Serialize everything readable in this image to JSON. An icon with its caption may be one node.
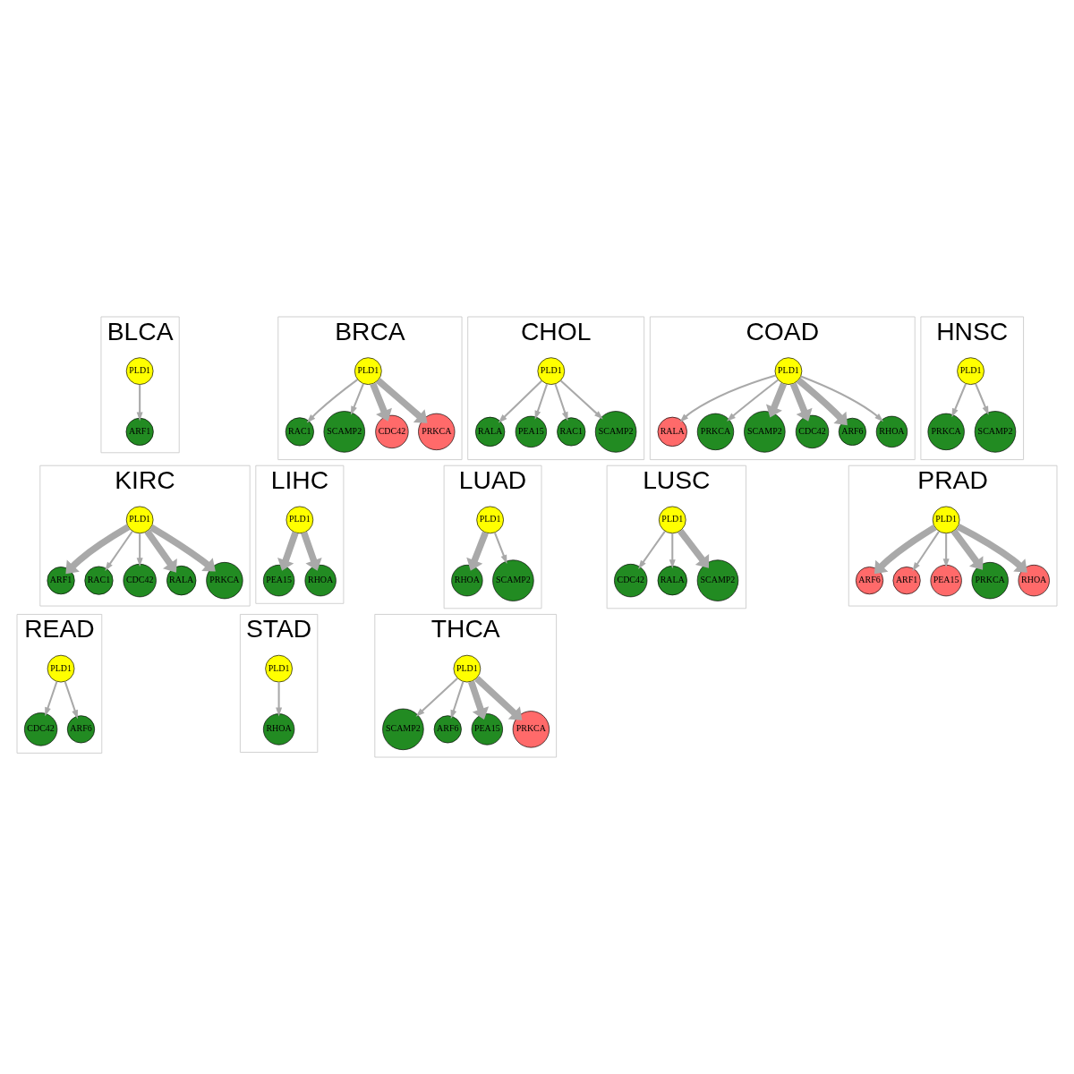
{
  "diagram": {
    "nodes": [
      {
        "text": [
          "BLCA"
        ]
      },
      {
        "text": [
          "PLD1"
        ],
        "in": 0
      },
      {
        "text": [
          "ARF1"
        ],
        "in": 0
      },
      {
        "text": [
          "BRCA"
        ]
      },
      {
        "text": [
          "RAC1"
        ],
        "in": 3
      },
      {
        "text": [
          "SCAMP2"
        ],
        "in": 3
      },
      {
        "text": [
          "PLD1"
        ],
        "in": 3
      },
      {
        "text": [
          "CDC42"
        ],
        "in": 3
      },
      {
        "text": [
          "PRKCA"
        ],
        "in": 3
      },
      {
        "text": [
          "CHOL"
        ]
      },
      {
        "text": [
          "RALA"
        ],
        "in": 9
      },
      {
        "text": [
          "PEA15"
        ],
        "in": 9
      },
      {
        "text": [
          "PLD1"
        ],
        "in": 9
      },
      {
        "text": [
          "RAC1"
        ],
        "in": 9
      },
      {
        "text": [
          "SCAMP2"
        ],
        "in": 9
      },
      {
        "text": [
          "COAD"
        ]
      },
      {
        "text": [
          "RALA"
        ],
        "in": 15
      },
      {
        "text": [
          "PRKCA"
        ],
        "in": 15
      },
      {
        "text": [
          "SCAMP2"
        ],
        "in": 15
      },
      {
        "text": [
          "PLD1"
        ],
        "in": 15
      },
      {
        "text": [
          "CDC42"
        ],
        "in": 15
      },
      {
        "text": [
          "ARF6"
        ],
        "in": 15
      },
      {
        "text": [
          "RHOA"
        ],
        "in": 15
      },
      {
        "text": [
          "HNSC"
        ]
      },
      {
        "text": [
          "PRKCA"
        ],
        "in": 23
      },
      {
        "text": [
          "PLD1"
        ],
        "in": 23
      },
      {
        "text": [
          "SCAMP2"
        ],
        "in": 23
      },
      {
        "text": [
          "KIRC"
        ]
      },
      {
        "text": [
          "ARF1"
        ],
        "in": 27
      },
      {
        "text": [
          "RAC1"
        ],
        "in": 27
      },
      {
        "text": [
          "CDC42"
        ],
        "in": 27
      },
      {
        "text": [
          "PLD1"
        ],
        "in": 27
      },
      {
        "text": [
          "RALA"
        ],
        "in": 27
      },
      {
        "text": [
          "PRKCA"
        ],
        "in": 27
      },
      {
        "text": [
          "LIHC"
        ]
      },
      {
        "text": [
          "PEA15"
        ],
        "in": 34
      },
      {
        "text": [
          "PLD1"
        ],
        "in": 34
      },
      {
        "text": [
          "RHOA"
        ],
        "in": 34
      },
      {
        "text": [
          "LUAD"
        ]
      },
      {
        "text": [
          "RHOA"
        ],
        "in": 38
      },
      {
        "text": [
          "PLD1"
        ],
        "in": 38
      },
      {
        "text": [
          "SCAMP2"
        ],
        "in": 38
      },
      {
        "text": [
          "LUSC"
        ]
      },
      {
        "text": [
          "CDC42"
        ],
        "in": 42
      },
      {
        "text": [
          "RALA"
        ],
        "in": 42
      },
      {
        "text": [
          "PLD1"
        ],
        "in": 42
      },
      {
        "text": [
          "SCAMP2"
        ],
        "in": 42
      },
      {
        "text": [
          "PRAD"
        ]
      },
      {
        "text": [
          "ARF6"
        ],
        "in": 47
      },
      {
        "text": [
          "ARF1"
        ],
        "in": 47
      },
      {
        "text": [
          "PEA15"
        ],
        "in": 47
      },
      {
        "text": [
          "PLD1"
        ],
        "in": 47
      },
      {
        "text": [
          "PRKCA"
        ],
        "in": 47
      },
      {
        "text": [
          "RHOA"
        ],
        "in": 47
      },
      {
        "text": [
          "READ"
        ]
      },
      {
        "text": [
          "CDC42"
        ],
        "in": 54
      },
      {
        "text": [
          "PLD1"
        ],
        "in": 54
      },
      {
        "text": [
          "ARF6"
        ],
        "in": 54
      },
      {
        "text": [
          "STAD"
        ]
      },
      {
        "text": [
          "RHOA"
        ],
        "in": 58
      },
      {
        "text": [
          "PLD1"
        ],
        "in": 58
      },
      {
        "text": [
          "THCA"
        ]
      },
      {
        "text": [
          "SCAMP2"
        ],
        "in": 61
      },
      {
        "text": [
          "ARF6"
        ],
        "in": 61
      },
      {
        "text": [
          "PLD1"
        ],
        "in": 61
      },
      {
        "text": [
          "PEA15"
        ],
        "in": 61
      },
      {
        "text": [
          "PRKCA"
        ],
        "in": 61
      }
    ],
    "edges": [
      {
        "from": 1,
        "to": 2,
        "arrow": "to"
      },
      {
        "from": 6,
        "to": 4,
        "arrow": "to"
      },
      {
        "from": 6,
        "to": 5,
        "arrow": "to"
      },
      {
        "from": 6,
        "to": 7,
        "arrow": "to",
        "style": "thick"
      },
      {
        "from": 6,
        "to": 8,
        "arrow": "to",
        "style": "thick"
      },
      {
        "from": 12,
        "to": 10,
        "arrow": "to"
      },
      {
        "from": 12,
        "to": 11,
        "arrow": "to"
      },
      {
        "from": 12,
        "to": 13,
        "arrow": "to"
      },
      {
        "from": 12,
        "to": 14,
        "arrow": "to"
      },
      {
        "from": 19,
        "to": 16,
        "arrow": "to"
      },
      {
        "from": 19,
        "to": 17,
        "arrow": "to"
      },
      {
        "from": 19,
        "to": 18,
        "arrow": "to",
        "style": "thick"
      },
      {
        "from": 19,
        "to": 20,
        "arrow": "to",
        "style": "thick"
      },
      {
        "from": 19,
        "to": 21,
        "arrow": "to",
        "style": "thick"
      },
      {
        "from": 19,
        "to": 22,
        "arrow": "to"
      },
      {
        "from": 25,
        "to": 24,
        "arrow": "to"
      },
      {
        "from": 25,
        "to": 26,
        "arrow": "to"
      },
      {
        "from": 31,
        "to": 28,
        "arrow": "to",
        "style": "thick"
      },
      {
        "from": 31,
        "to": 29,
        "arrow": "to"
      },
      {
        "from": 31,
        "to": 30,
        "arrow": "to"
      },
      {
        "from": 31,
        "to": 32,
        "arrow": "to",
        "style": "thick"
      },
      {
        "from": 31,
        "to": 33,
        "arrow": "to",
        "style": "thick"
      },
      {
        "from": 36,
        "to": 35,
        "arrow": "to",
        "style": "thick"
      },
      {
        "from": 36,
        "to": 37,
        "arrow": "to",
        "style": "thick"
      },
      {
        "from": 40,
        "to": 39,
        "arrow": "to",
        "style": "thick"
      },
      {
        "from": 40,
        "to": 41,
        "arrow": "to"
      },
      {
        "from": 45,
        "to": 43,
        "arrow": "to"
      },
      {
        "from": 45,
        "to": 44,
        "arrow": "to"
      },
      {
        "from": 45,
        "to": 46,
        "arrow": "to",
        "style": "thick"
      },
      {
        "from": 51,
        "to": 48,
        "arrow": "to",
        "style": "thick"
      },
      {
        "from": 51,
        "to": 49,
        "arrow": "to"
      },
      {
        "from": 51,
        "to": 50,
        "arrow": "to"
      },
      {
        "from": 51,
        "to": 52,
        "arrow": "to",
        "style": "thick"
      },
      {
        "from": 51,
        "to": 53,
        "arrow": "to",
        "style": "thick"
      },
      {
        "from": 56,
        "to": 55,
        "arrow": "to"
      },
      {
        "from": 56,
        "to": 57,
        "arrow": "to"
      },
      {
        "from": 60,
        "to": 59,
        "arrow": "to"
      },
      {
        "from": 64,
        "to": 62,
        "arrow": "to"
      },
      {
        "from": 64,
        "to": 63,
        "arrow": "to"
      },
      {
        "from": 64,
        "to": 65,
        "arrow": "to",
        "style": "thick"
      },
      {
        "from": 64,
        "to": 66,
        "arrow": "to",
        "style": "thick"
      }
    ]
  }
}
